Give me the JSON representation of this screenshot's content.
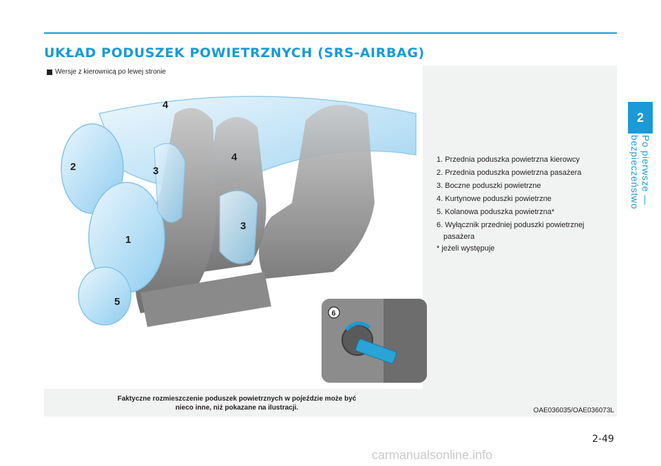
{
  "page": {
    "title": "UKŁAD PODUSZEK POWIETRZNYCH (SRS-AIRBAG)",
    "page_number": "2-49",
    "chapter_number": "2",
    "chapter_title": "Po pierwsze — bezpieczeństwo",
    "watermark": "carmanualsonline.info"
  },
  "figure": {
    "variant_label": "Wersje z kierownicą po lewej stronie",
    "callouts": [
      "1",
      "2",
      "3",
      "3",
      "4",
      "4",
      "5",
      "6"
    ],
    "caption_line1": "Faktyczne rozmieszczenie poduszek powietrznych w pojeździe może być",
    "caption_line2": "nieco inne, niż pokazane na ilustracji.",
    "code": "OAE036035/OAE036073L"
  },
  "legend": {
    "items": [
      "1. Przednia poduszka powietrzna kierowcy",
      "2. Przednia poduszka powietrzna pasażera",
      "3. Boczne poduszki powietrzne",
      "4. Kurtynowe poduszki powietrzne",
      "5. Kolanowa poduszka powietrzna*",
      "6. Wyłącznik przedniej poduszki powietrznej"
    ],
    "item6_cont": "pasażera",
    "note": "* jeżeli występuje"
  },
  "colors": {
    "accent": "#1a9ad6",
    "airbag": "#bfe3f7",
    "seat": "#9c9c9c"
  }
}
